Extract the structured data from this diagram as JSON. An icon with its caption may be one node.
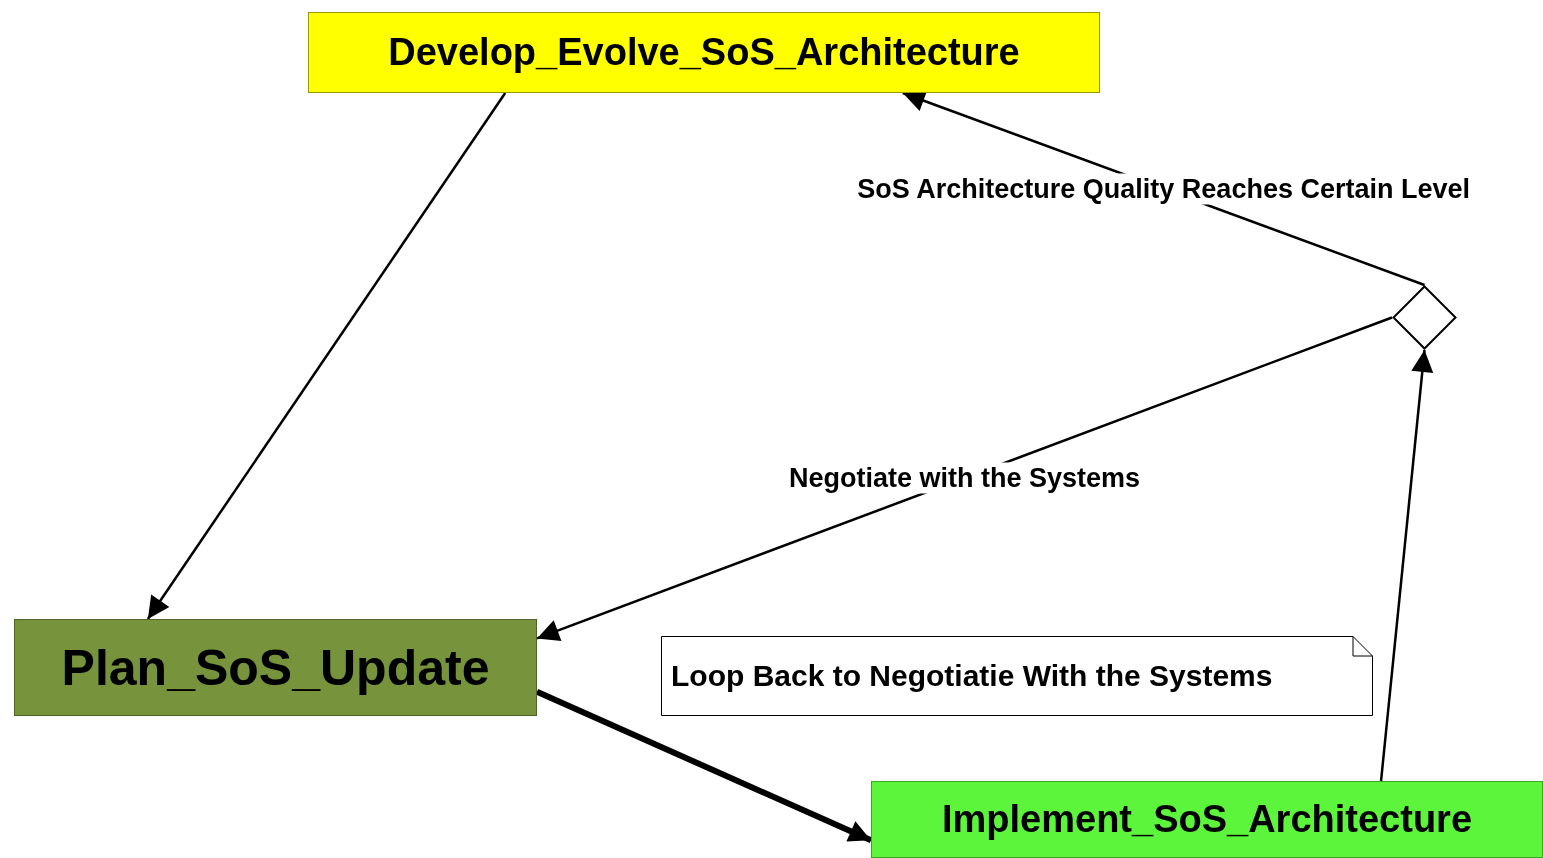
{
  "diagram": {
    "nodes": [
      {
        "text": [
          "Develop_Evolve_SoS_Architecture"
        ]
      },
      {
        "text": [
          "Plan_SoS_Update"
        ]
      },
      {
        "text": [
          "Implement_SoS_Architecture"
        ]
      },
      {
        "text": [],
        "shape": "diamond"
      },
      {
        "text": [
          "Loop Back to Negotiatie With the Systems"
        ]
      }
    ],
    "edges": [
      {
        "from": 0,
        "to": 1,
        "arrow": "to"
      },
      {
        "from": 1,
        "to": 2,
        "arrow": "to",
        "style": "thick"
      },
      {
        "from": 2,
        "to": 3,
        "arrow": "to"
      },
      {
        "from": 3,
        "to": 0,
        "arrow": "to",
        "label": "SoS Architecture Quality Reaches Certain Level"
      },
      {
        "from": 3,
        "to": 1,
        "arrow": "to",
        "label": "Negotiate with the Systems"
      }
    ]
  }
}
